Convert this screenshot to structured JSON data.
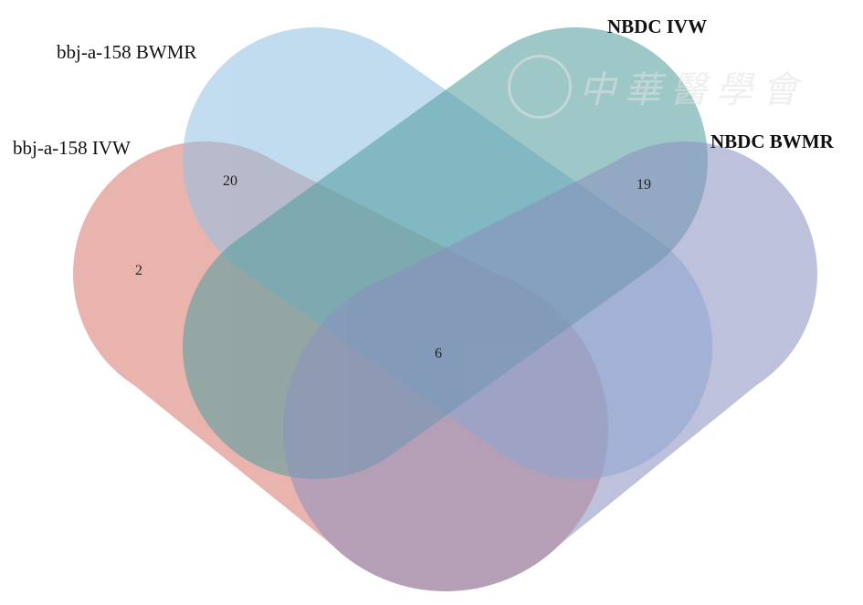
{
  "sets": [
    {
      "name": "bbj-a-158 IVW",
      "color": "#d9776c"
    },
    {
      "name": "bbj-a-158 BWMR",
      "color": "#8fc0e3"
    },
    {
      "name": "NBDC IVW",
      "color": "#4f9c9c"
    },
    {
      "name": "NBDC BWMR",
      "color": "#8a8fc0"
    }
  ],
  "counts": {
    "only_bbj_ivw": "2",
    "bbj_ivw_and_bbj_bwmr": "20",
    "nbdc_ivw_and_nbdc_bwmr": "19",
    "all_four": "6"
  },
  "watermark": "中華醫學會"
}
